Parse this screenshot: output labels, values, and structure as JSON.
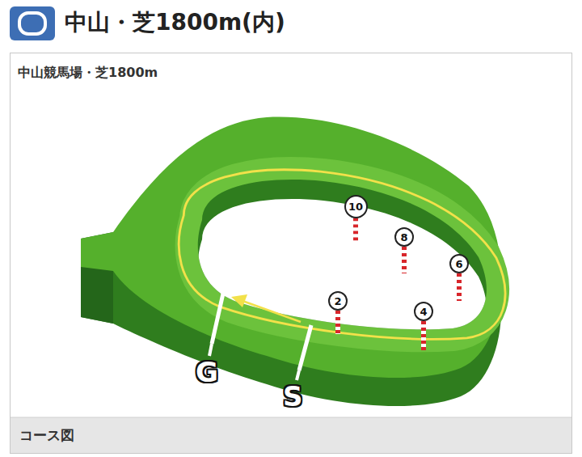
{
  "diagram": {
    "title": "中山・芝1800m(内)",
    "caption": "コース図",
    "nodes": [
      {
        "text": [
          "10"
        ]
      },
      {
        "text": [
          "8"
        ]
      },
      {
        "text": [
          "6"
        ]
      },
      {
        "text": [
          "2"
        ]
      },
      {
        "text": [
          "4"
        ]
      }
    ],
    "labels": [
      "中山競馬場・芝1800m",
      "G",
      "S"
    ]
  }
}
